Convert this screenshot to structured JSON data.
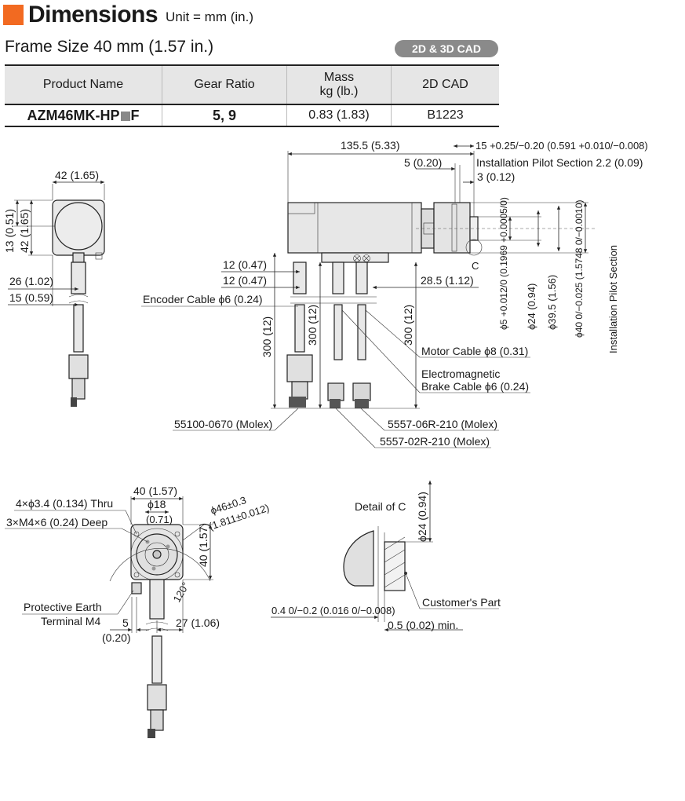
{
  "header": {
    "title": "Dimensions",
    "unit": "Unit = mm (in.)",
    "frame_size": "Frame Size 40 mm (1.57 in.)",
    "cad_badge": "2D & 3D CAD",
    "accent_color": "#f26a21"
  },
  "table": {
    "headers": [
      "Product Name",
      "Gear Ratio",
      "Mass",
      "kg (lb.)",
      "2D CAD"
    ],
    "row": {
      "product_prefix": "AZM46MK-HP",
      "product_suffix": "F",
      "gear_ratio": "5, 9",
      "mass": "0.83 (1.83)",
      "cad": "B1223"
    }
  },
  "drawing": {
    "dim_42_165": "42 (1.65)",
    "dim_13_051": "13 (0.51)",
    "dim_42_165_v": "42 (1.65)",
    "dim_26_102": "26 (1.02)",
    "dim_15_059": "15 (0.59)",
    "dim_1355": "135.5 (5.33)",
    "dim_15_tol": "15 +0.25/−0.20 (0.591 +0.010/−0.008)",
    "dim_5_020": "5 (0.20)",
    "pilot_section": "Installation Pilot Section 2.2 (0.09)",
    "dim_3_012": "3 (0.12)",
    "dim_12_047_a": "12 (0.47)",
    "dim_12_047_b": "12 (0.47)",
    "dim_285": "28.5 (1.12)",
    "encoder_cable": "Encoder Cable ϕ6 (0.24)",
    "dim_300_a": "300 (12)",
    "dim_300_b": "300 (12)",
    "dim_300_c": "300 (12)",
    "motor_cable": "Motor Cable ϕ8 (0.31)",
    "brake_cable_1": "Electromagnetic",
    "brake_cable_2": "Brake Cable ϕ6 (0.24)",
    "conn_55100": "55100-0670 (Molex)",
    "conn_5557_06": "5557-06R-210 (Molex)",
    "conn_5557_02": "5557-02R-210 (Molex)",
    "label_c": "C",
    "shaft_5": "ϕ5 +0.012/0 (0.1969 +0.0005/0)",
    "shaft_24": "ϕ24 (0.94)",
    "shaft_395": "ϕ39.5 (1.56)",
    "shaft_40": "ϕ40 0/−0.025 (1.5748 0/−0.0010)",
    "pilot_vertical": "Installation Pilot Section",
    "dim_40_157": "40 (1.57)",
    "thru_holes": "4×ϕ3.4 (0.134) Thru",
    "tapped": "3×M4×6 (0.24) Deep",
    "dim_18": "ϕ18",
    "dim_071": "(0.71)",
    "pcd_46": "ϕ46±0.3",
    "pcd_46_in": "(1.811±0.012)",
    "dim_40_157_v": "40 (1.57)",
    "angle_120": "120°",
    "earth_1": "Protective Earth",
    "earth_2": "Terminal M4",
    "dim_5": "5",
    "dim_020": "(0.20)",
    "dim_27_106": "27 (1.06)",
    "detail_c": "Detail of C",
    "detail_24": "ϕ24 (0.94)",
    "customer_part": "Customer's Part",
    "gap_04": "0.4 0/−0.2 (0.016 0/−0.008)",
    "gap_05": "0.5 (0.02) min."
  }
}
